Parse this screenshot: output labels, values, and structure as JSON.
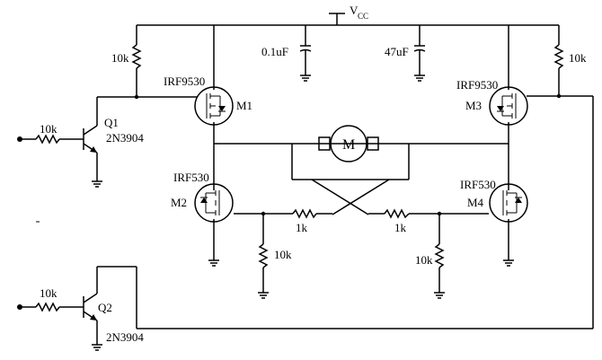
{
  "supply": {
    "label": "V",
    "subscript": "CC"
  },
  "resistors": {
    "r_top_left": "10k",
    "r_top_right": "10k",
    "r_in_q1": "10k",
    "r_in_q2": "10k",
    "r_gate_m2": "1k",
    "r_gate_m4": "1k",
    "r_pd_left": "10k",
    "r_pd_right": "10k"
  },
  "capacitors": {
    "c1": "0.1uF",
    "c2": "47uF"
  },
  "transistors": {
    "q1": {
      "name": "Q1",
      "part": "2N3904"
    },
    "q2": {
      "name": "Q2",
      "part": "2N3904"
    }
  },
  "mosfets": {
    "m1": {
      "name": "M1",
      "part": "IRF9530"
    },
    "m2": {
      "name": "M2",
      "part": "IRF530"
    },
    "m3": {
      "name": "M3",
      "part": "IRF9530"
    },
    "m4": {
      "name": "M4",
      "part": "IRF530"
    }
  },
  "motor": {
    "label": "M"
  }
}
